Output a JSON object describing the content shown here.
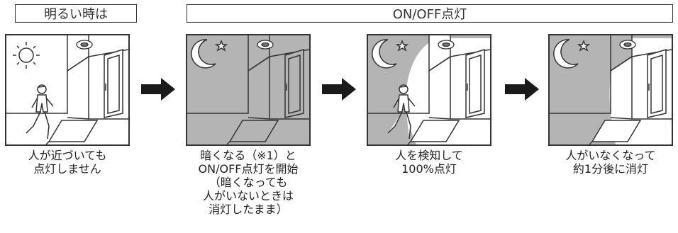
{
  "headers": {
    "left": "明るい時は",
    "right": "ON/OFF点灯"
  },
  "panels": [
    {
      "scene": "daytime",
      "sky_icon": "sun-icon",
      "lines": [
        "人が近づいても",
        "点灯しません"
      ]
    },
    {
      "scene": "night",
      "sky_icon": "moon-star-icon",
      "lines": [
        "暗くなる（※1）と",
        "ON/OFF点灯を開始",
        "（暗くなっても",
        "人がいないときは",
        "消灯したまま）"
      ]
    },
    {
      "scene": "night-person-lit",
      "sky_icon": "moon-star-icon",
      "lines": [
        "人を検知して",
        "100%点灯"
      ]
    },
    {
      "scene": "night-lit-empty",
      "sky_icon": "moon-star-icon",
      "lines": [
        "人がいなくなって",
        "約1分後に消灯"
      ]
    }
  ],
  "colors": {
    "night_fill": "#b4b4b4",
    "day_fill": "#ffffff",
    "line": "#333333",
    "arrow": "#1a1a1a"
  }
}
